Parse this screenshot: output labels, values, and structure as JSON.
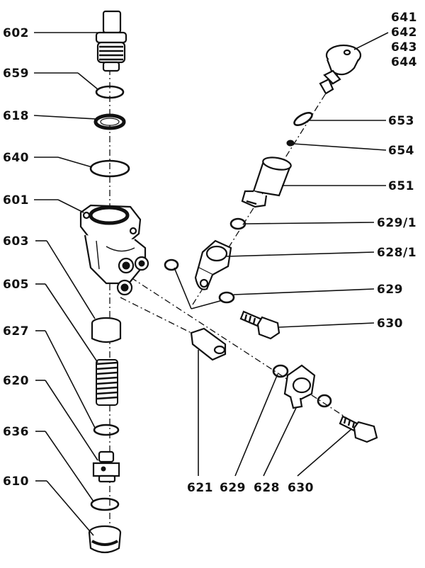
{
  "diagram": {
    "labels": {
      "l602": "602",
      "l659": "659",
      "l618": "618",
      "l640": "640",
      "l601": "601",
      "l603": "603",
      "l605": "605",
      "l627": "627",
      "l620": "620",
      "l636": "636",
      "l610": "610",
      "l641": "641",
      "l642": "642",
      "l643": "643",
      "l644": "644",
      "l653": "653",
      "l654": "654",
      "l651": "651",
      "l629_1": "629/1",
      "l628_1": "628/1",
      "l629a": "629",
      "l630a": "630",
      "l621": "621",
      "l629b": "629",
      "l628": "628",
      "l630b": "630"
    }
  }
}
